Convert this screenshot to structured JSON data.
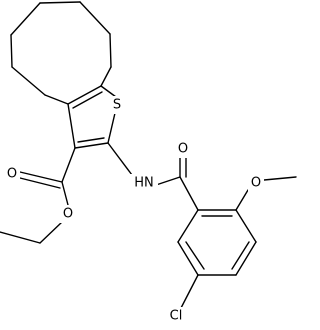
{
  "molecule": {
    "atoms": {
      "sulfur": "S",
      "amide_nitrogen": "HN",
      "amide_oxygen": "O",
      "methoxy_oxygen": "O",
      "ester_carbonyl_oxygen": "O",
      "ester_ether_oxygen": "O",
      "chlorine": "Cl"
    }
  }
}
